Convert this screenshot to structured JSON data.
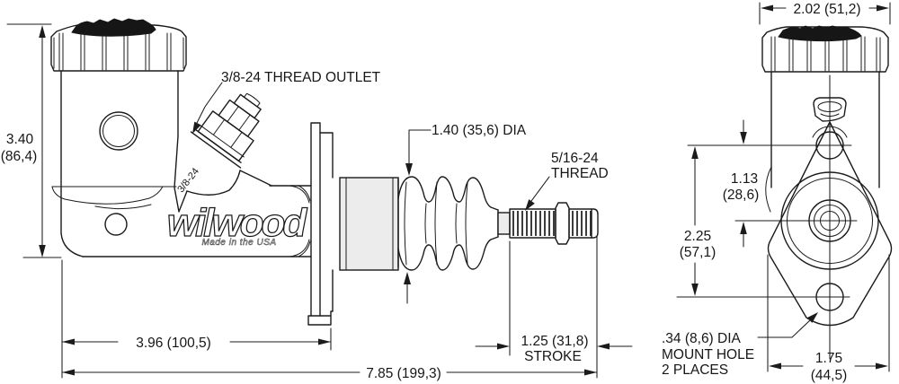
{
  "side_view": {
    "dim_height_in": "3.40",
    "dim_height_mm": "(86,4)",
    "label_outlet": "3/8-24 THREAD OUTLET",
    "label_port": "3/8-24",
    "label_boot_dia": "1.40 (35,6) DIA",
    "label_rod_thread1": "5/16-24",
    "label_rod_thread2": "THREAD",
    "dim_body_length": "3.96 (100,5)",
    "dim_overall": "7.85 (199,3)",
    "dim_stroke1": "1.25 (31,8)",
    "dim_stroke2": "STROKE",
    "logo": "wilwood",
    "logo_sub": "Made in the USA"
  },
  "end_view": {
    "dim_cap_width": "2.02 (51,2)",
    "dim_bore_offset_in": "1.13",
    "dim_bore_offset_mm": "(28,6)",
    "dim_hole_span_in": "2.25",
    "dim_hole_span_mm": "(57,1)",
    "label_mount1": ".34 (8,6) DIA",
    "label_mount2": "MOUNT HOLE",
    "label_mount3": "2 PLACES",
    "dim_flange_width_in": "1.75",
    "dim_flange_width_mm": "(44,5)"
  }
}
